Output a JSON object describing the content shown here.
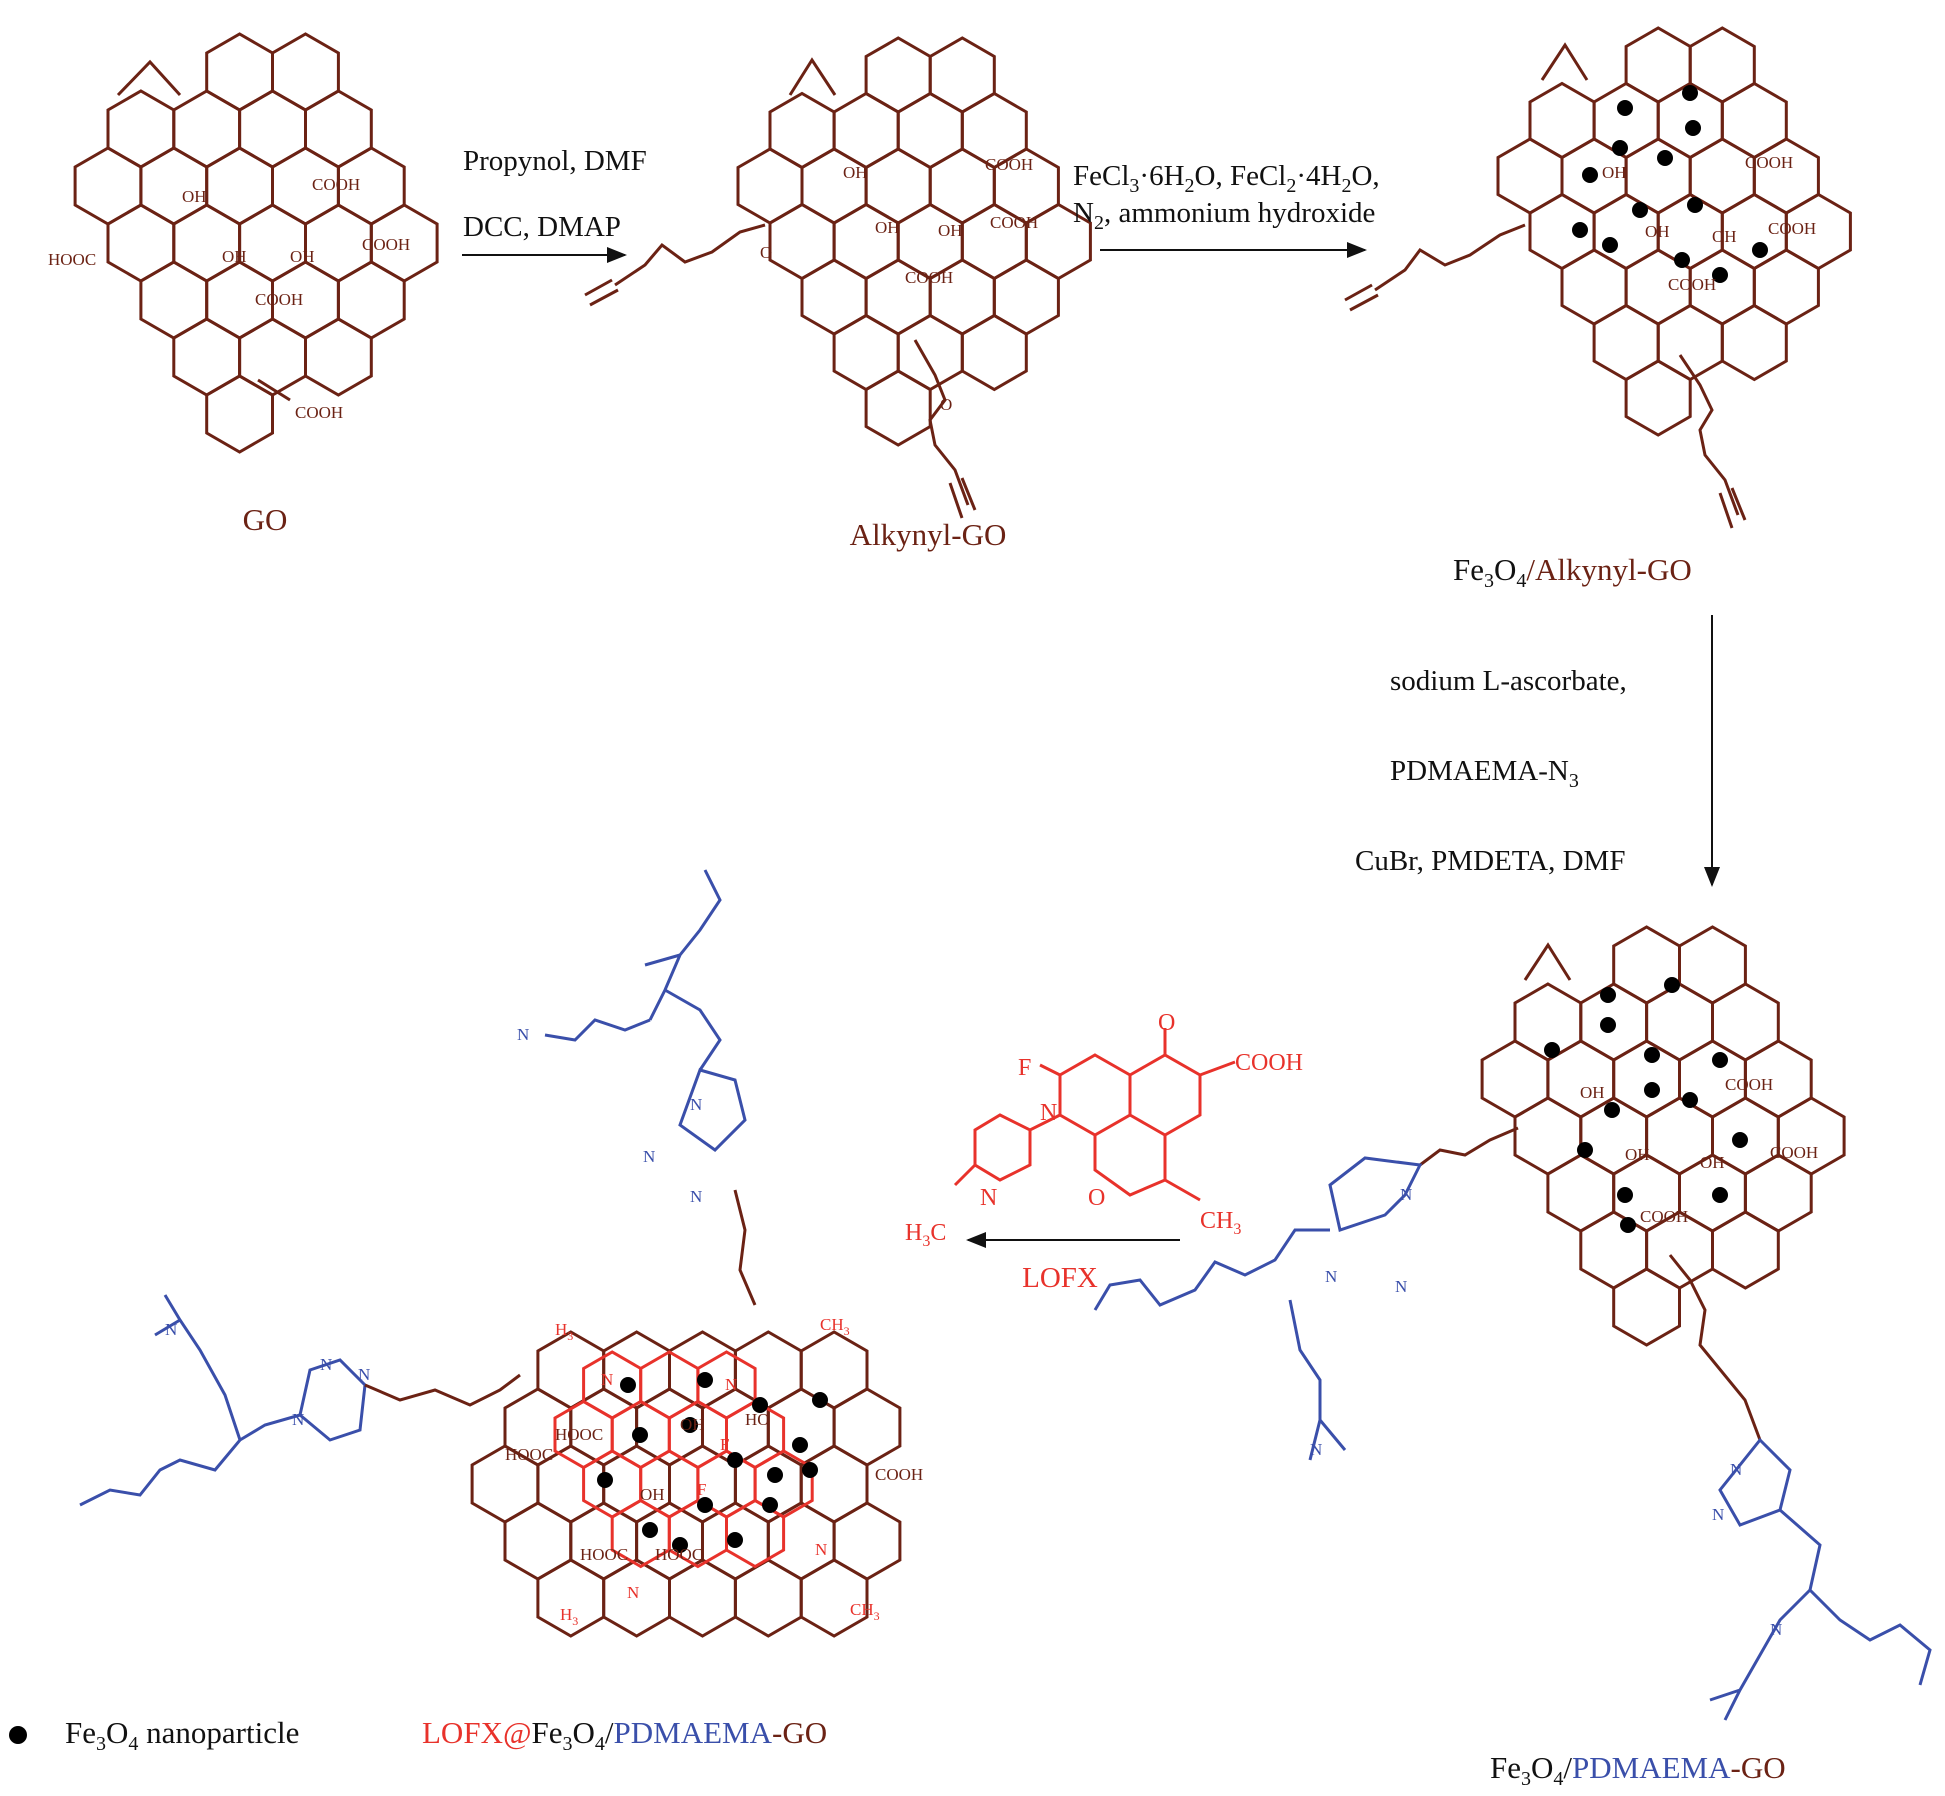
{
  "colors": {
    "go_brown": "#6b2214",
    "lofx_red": "#e8322b",
    "polymer_blue": "#3a4faa",
    "text_black": "#111111",
    "nanoparticle": "#000000"
  },
  "compounds": {
    "go": {
      "label": "GO"
    },
    "alkynyl_go": {
      "label": "Alkynyl-GO"
    },
    "fe3o4_alkynyl_go": {
      "label_fe": "Fe",
      "label_sub1": "3",
      "label_o": "O",
      "label_sub2": "4",
      "label_rest": "/Alkynyl-GO"
    },
    "fe3o4_pdmaema_go": {
      "label_fe": "Fe",
      "label_sub1": "3",
      "label_o": "O",
      "label_sub2": "4",
      "label_slash": "/",
      "label_poly": "PDMAEMA",
      "label_dash": "-",
      "label_go": "GO"
    },
    "final": {
      "label_lofx": "LOFX@",
      "label_fe": "Fe",
      "label_sub1": "3",
      "label_o": "O",
      "label_sub2": "4",
      "label_slash": "/",
      "label_poly": "PDMAEMA",
      "label_dash": "-",
      "label_go": "GO"
    }
  },
  "group_labels": {
    "oh": "OH",
    "cooh": "COOH",
    "hooc": "HOOC",
    "n": "N",
    "o": "O",
    "f": "F",
    "ch3": "CH",
    "h3c": "H",
    "c_sub3": "3",
    "ho": "HO"
  },
  "steps": {
    "step1": {
      "line1": "Propynol, DMF",
      "line2": "DCC, DMAP"
    },
    "step2": {
      "line1_a": "FeCl",
      "line1_b": "3",
      "line1_c": "·6H",
      "line1_d": "2",
      "line1_e": "O, FeCl",
      "line1_f": "2",
      "line1_g": "·4H",
      "line1_h": "2",
      "line1_i": "O,",
      "line2_a": "N",
      "line2_b": "2",
      "line2_c": ", ammonium hydroxide"
    },
    "step3": {
      "line1": "sodium L-ascorbate,",
      "line2_a": "PDMAEMA-N",
      "line2_b": "3",
      "line3": "CuBr, PMDETA, DMF"
    },
    "step4": {
      "label": "LOFX"
    }
  },
  "legend": {
    "dot_label_a": "Fe",
    "dot_label_b": "3",
    "dot_label_c": "O",
    "dot_label_d": "4",
    "dot_label_e": " nanoparticle"
  },
  "lofx_structure": {
    "cooh": "COOH",
    "f": "F",
    "o_top": "O",
    "n1": "N",
    "n2": "N",
    "o_ring": "O",
    "h3c": "H",
    "h3c_sub": "3",
    "h3c_c": "C",
    "ch3": "CH",
    "ch3_sub": "3"
  }
}
